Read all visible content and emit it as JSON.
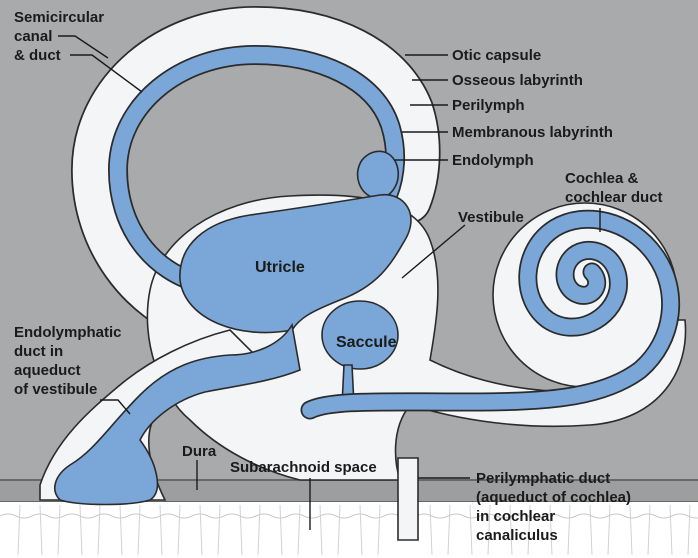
{
  "labels": {
    "semicircular_canal": [
      "Semicircular",
      "canal",
      "& duct"
    ],
    "otic_capsule": "Otic capsule",
    "osseous_labyrinth": "Osseous labyrinth",
    "perilymph": "Perilymph",
    "membranous_labyrinth": "Membranous labyrinth",
    "endolymph": "Endolymph",
    "cochlea": [
      "Cochlea &",
      "cochlear duct"
    ],
    "vestibule": "Vestibule",
    "utricle": "Utricle",
    "saccule": "Saccule",
    "endolymphatic_duct": [
      "Endolymphatic",
      "duct in",
      "aqueduct",
      "of vestibule"
    ],
    "dura": "Dura",
    "subarachnoid_space": "Subarachnoid space",
    "perilymphatic_duct": [
      "Perilymphatic duct",
      "(aqueduct of cochlea)",
      "in cochlear",
      "canaliculus"
    ]
  },
  "colors": {
    "background": "#a9aaac",
    "bone": "#f4f5f7",
    "membranous": "#7aa7d8",
    "ink": "#1b1b1b",
    "dura": "#9d9ea0",
    "subarachnoid": "#ffffff"
  }
}
